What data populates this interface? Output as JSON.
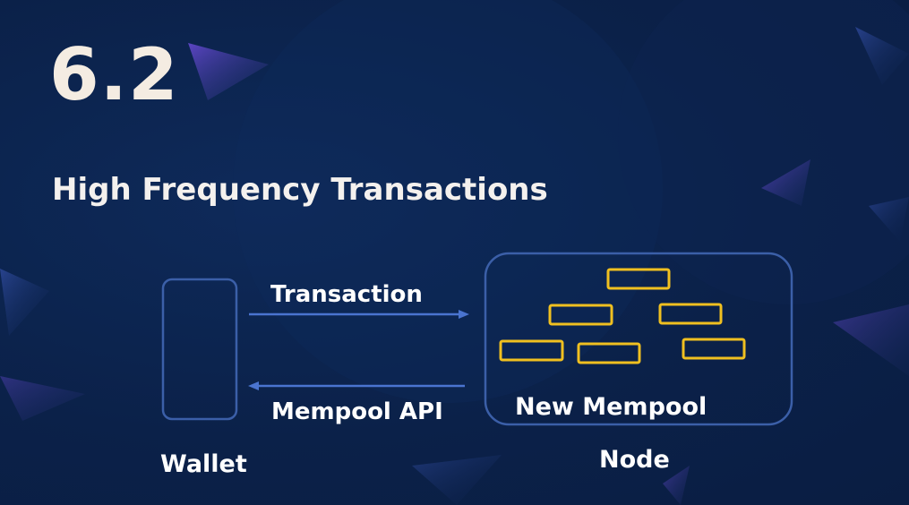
{
  "slide": {
    "section_number": "6.2",
    "title": "High Frequency Transactions"
  },
  "diagram": {
    "wallet_label": "Wallet",
    "node_label": "Node",
    "mempool_label": "New Mempool",
    "arrow_request_label": "Transaction",
    "arrow_response_label": "Mempool API",
    "mempool_transaction_count": 6
  },
  "colors": {
    "background": "#0b2149",
    "outline": "#3b5fa8",
    "arrow": "#4a74d0",
    "transaction": "#f0c020",
    "text": "#ffffff",
    "heading": "#f4ece2"
  }
}
